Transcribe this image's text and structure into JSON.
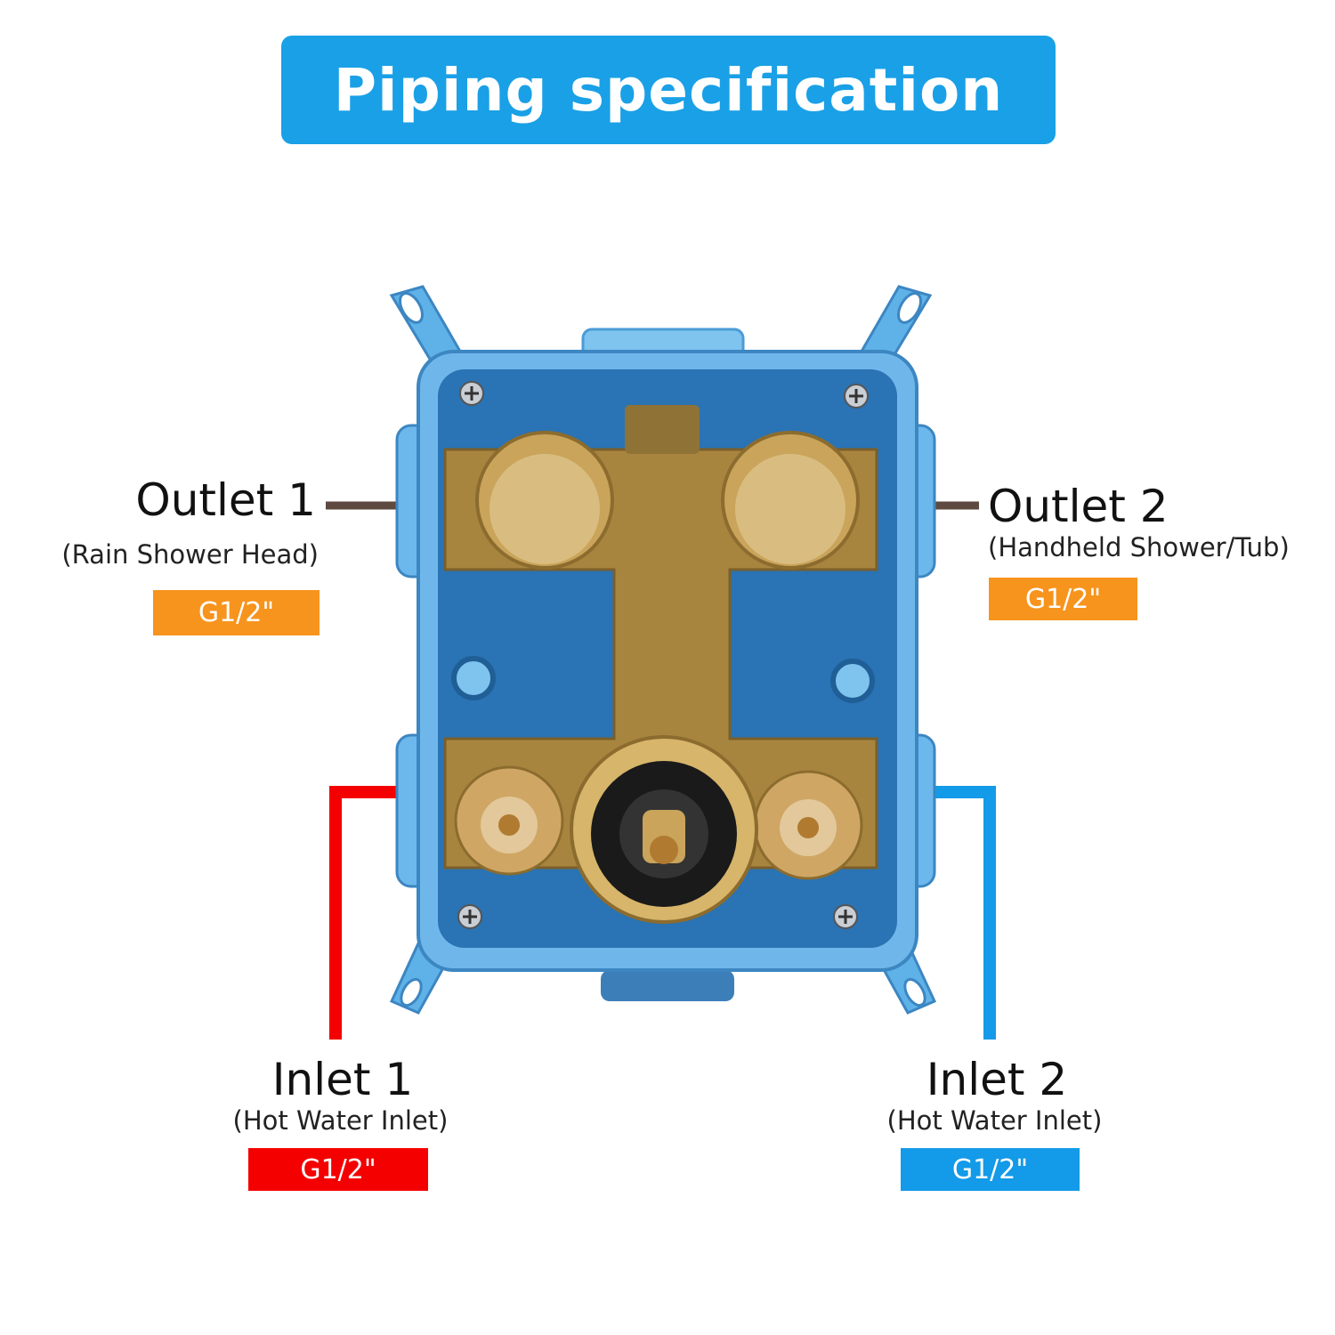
{
  "title": "Piping specification",
  "outlet1": {
    "name": "Outlet 1",
    "desc": "(Rain Shower Head)",
    "size": "G1/2\""
  },
  "outlet2": {
    "name": "Outlet 2",
    "desc": "(Handheld Shower/Tub)",
    "size": "G1/2\""
  },
  "inlet1": {
    "name": "Inlet 1",
    "desc": "(Hot Water Inlet)",
    "size": "G1/2\""
  },
  "inlet2": {
    "name": "Inlet 2",
    "desc": "(Hot Water Inlet)",
    "size": "G1/2\""
  },
  "colors": {
    "title_bg": "#1aa0e6",
    "outlet_badge": "#f7941d",
    "hot_line": "#f40000",
    "cold_line": "#139ae8",
    "outlet_line": "#5e4a40",
    "box_blue": "#4a9bd6",
    "brass": "#a8853f"
  }
}
